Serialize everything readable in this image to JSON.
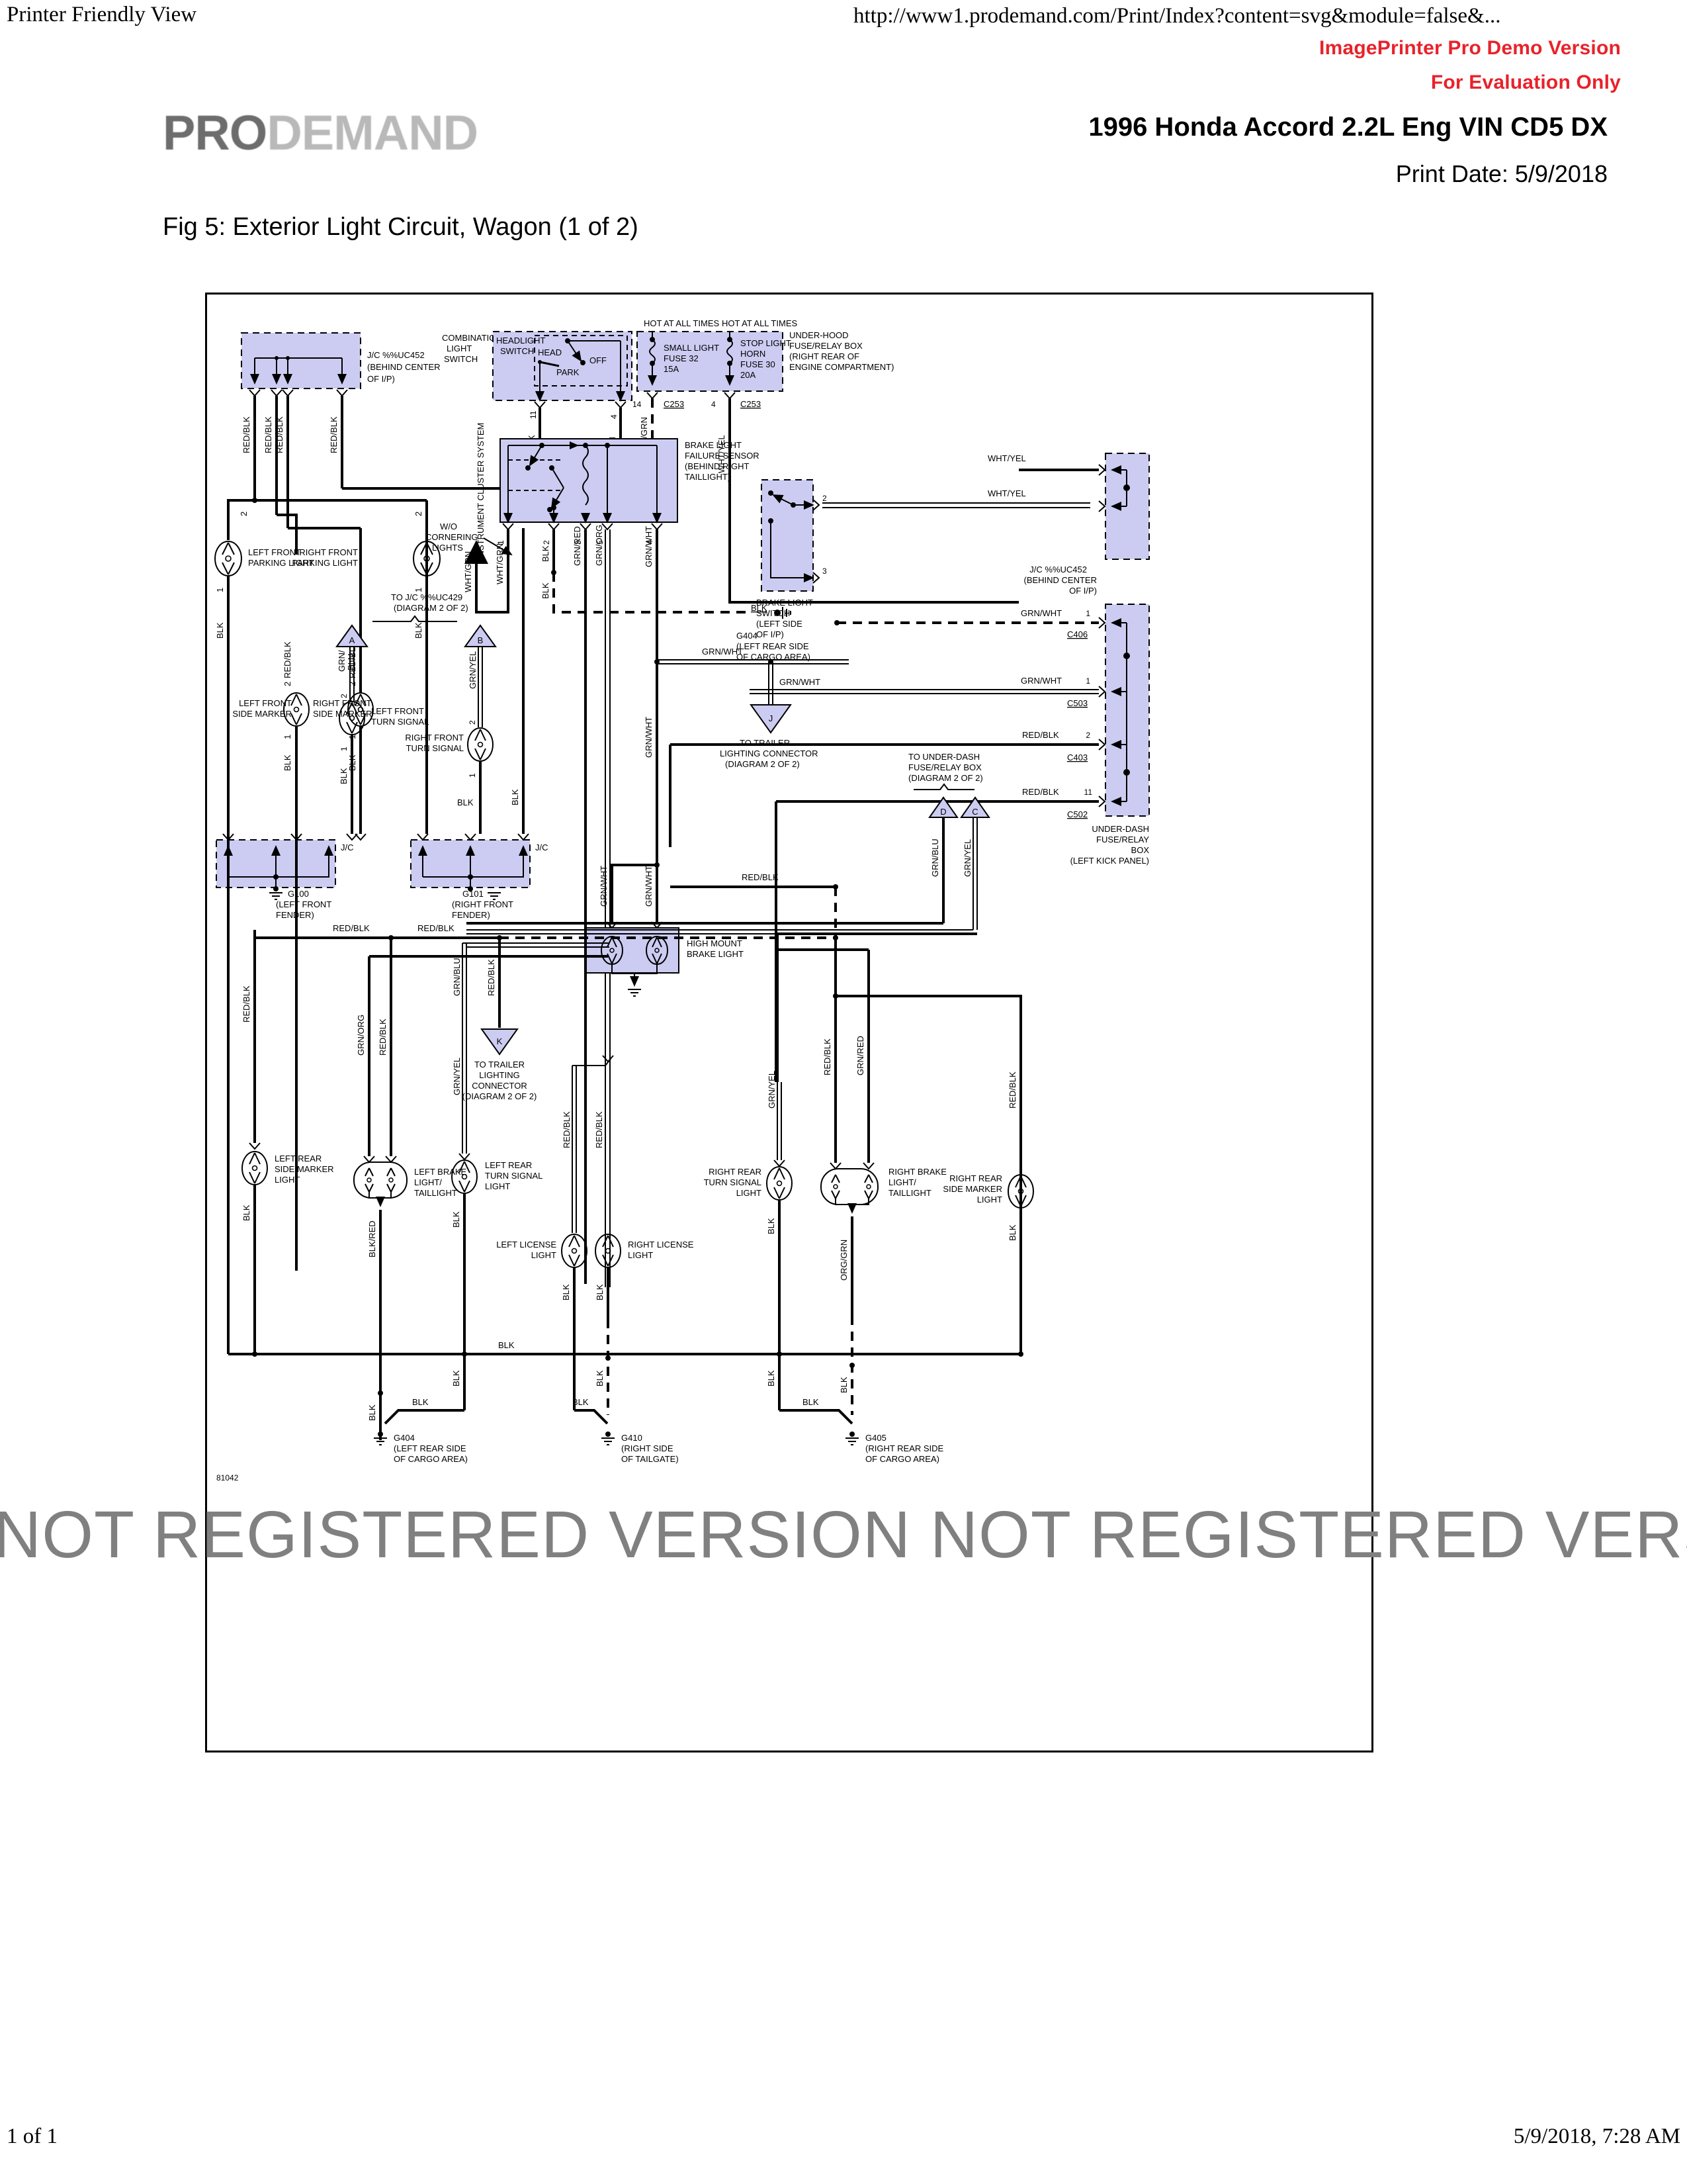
{
  "browser": {
    "page_title": "Printer Friendly View",
    "url": "http://www1.prodemand.com/Print/Index?content=svg&module=false&...",
    "footer_page": "1 of 1",
    "footer_timestamp": "5/9/2018, 7:28 AM"
  },
  "watermark": {
    "demo_line1": "ImagePrinter Pro Demo Version",
    "demo_line2": "For Evaluation Only",
    "not_registered": "NOT REGISTERED VERSION NOT REGISTERED VERSION NOT REGISTERED VERSION",
    "demo_color": "#e8222a",
    "not_registered_color": "#808080"
  },
  "brand": {
    "logo_pro": "PRO",
    "logo_demand": "DEMAND",
    "pro_color": "#6d6d6d",
    "demand_color": "#b9b9b9"
  },
  "document": {
    "vehicle": "1996 Honda Accord 2.2L Eng VIN CD5 DX",
    "print_date": "Print Date: 5/9/2018",
    "figure_title": "Fig 5: Exterior Light Circuit, Wagon (1 of 2)",
    "diagram_id": "81042"
  },
  "diagram": {
    "box_fill": "#ccccf2",
    "components": {
      "jc_uc452_top": {
        "label1": "J/C %%UC452",
        "label2": "(BEHIND CENTER",
        "label3": "OF I/P)"
      },
      "combination_light_switch": {
        "l1": "COMBINATION",
        "l2": "LIGHT",
        "l3": "SWITCH"
      },
      "headlight_switch": {
        "l1": "HEADLIGHT",
        "l2": "SWITCH",
        "head": "HEAD",
        "off": "OFF",
        "park": "PARK"
      },
      "fuse_small_light": {
        "hot": "HOT AT ALL TIMES",
        "l1": "SMALL LIGHT",
        "l2": "FUSE 32",
        "l3": "15A"
      },
      "fuse_stop_light": {
        "hot": "HOT AT ALL TIMES",
        "l1": "STOP LIGHT",
        "l2": "HORN",
        "l3": "FUSE 30",
        "l4": "20A"
      },
      "under_hood_box": {
        "l1": "UNDER-HOOD",
        "l2": "FUSE/RELAY BOX",
        "l3": "(RIGHT REAR OF",
        "l4": "ENGINE COMPARTMENT)"
      },
      "instrument_cluster": {
        "label": "INSTRUMENT CLUSTER SYSTEM"
      },
      "brake_light_failure_sensor": {
        "l1": "BRAKE LIGHT",
        "l2": "FAILURE SENSOR",
        "l3": "(BEHIND RIGHT",
        "l4": "TAILLIGHT)"
      },
      "brake_light_switch": {
        "l1": "BRAKE LIGHT",
        "l2": "SWITCH",
        "l3": "(LEFT SIDE",
        "l4": "OF I/P)"
      },
      "jc_uc452_right": {
        "l1": "J/C %%UC452",
        "l2": "(BEHIND CENTER",
        "l3": "OF I/P)"
      },
      "under_dash_box": {
        "l1": "UNDER-DASH",
        "l2": "FUSE/RELAY",
        "l3": "BOX",
        "l4": "(LEFT KICK PANEL)"
      },
      "left_front_parking_light": "LEFT FRONT\nPARKING LIGHT",
      "right_front_parking_light": "RIGHT FRONT\nPARKING LIGHT",
      "wo_cornering_lights": {
        "l1": "W/O",
        "l2": "CORNERING",
        "l3": "LIGHTS"
      },
      "left_front_side_marker": "LEFT FRONT\nSIDE MARKER",
      "right_front_side_marker": "RIGHT FRONT\nSIDE MARKER",
      "left_front_turn_signal": "LEFT FRONT\nTURN SIGNAL",
      "right_front_turn_signal": "RIGHT FRONT\nTURN SIGNAL",
      "to_jc_uc429": {
        "l1": "TO J/C %%UC429",
        "l2": "(DIAGRAM 2 OF 2)"
      },
      "to_trailer_mid": {
        "l1": "TO TRAILER",
        "l2": "LIGHTING CONNECTOR",
        "l3": "(DIAGRAM 2 OF 2)"
      },
      "to_trailer_left": {
        "l1": "TO TRAILER",
        "l2": "LIGHTING",
        "l3": "CONNECTOR",
        "l4": "(DIAGRAM 2 OF 2)"
      },
      "to_under_dash": {
        "l1": "TO UNDER-DASH",
        "l2": "FUSE/RELAY BOX",
        "l3": "(DIAGRAM 2 OF 2)"
      },
      "high_mount_brake_light": "HIGH MOUNT\nBRAKE LIGHT",
      "left_rear_side_marker": "LEFT REAR\nSIDE MARKER\nLIGHT",
      "right_rear_side_marker": "RIGHT REAR\nSIDE MARKER\nLIGHT",
      "left_brake_taillight": "LEFT BRAKE\nLIGHT/\nTAILLIGHT",
      "right_brake_taillight": "RIGHT BRAKE\nLIGHT/\nTAILLIGHT",
      "left_rear_turn_signal": "LEFT REAR\nTURN SIGNAL\nLIGHT",
      "right_rear_turn_signal": "RIGHT REAR\nTURN SIGNAL\nLIGHT",
      "left_license_light": "LEFT LICENSE\nLIGHT",
      "right_license_light": "RIGHT LICENSE\nLIGHT",
      "g100": {
        "id": "G100",
        "loc1": "(LEFT FRONT",
        "loc2": "FENDER)"
      },
      "g101": {
        "id": "G101",
        "loc1": "(RIGHT FRONT",
        "loc2": "FENDER)"
      },
      "g404_mid": {
        "id": "G404",
        "loc1": "(LEFT REAR SIDE",
        "loc2": "OF CARGO AREA)"
      },
      "g404_bottom": {
        "id": "G404",
        "loc1": "(LEFT REAR SIDE",
        "loc2": "OF CARGO AREA)"
      },
      "g410": {
        "id": "G410",
        "loc1": "(RIGHT SIDE",
        "loc2": "OF TAILGATE)"
      },
      "g405": {
        "id": "G405",
        "loc1": "(RIGHT REAR SIDE",
        "loc2": "OF CARGO AREA)"
      },
      "jc_left": "J/C",
      "jc_right": "J/C"
    },
    "connectors": [
      "C253",
      "C253",
      "C406",
      "C503",
      "C403",
      "C502"
    ],
    "triangle_refs": [
      "A",
      "B",
      "C",
      "D",
      "J",
      "K"
    ],
    "wire_colors": [
      "RED/BLK",
      "RED/GRN",
      "WHT/YEL",
      "WHT/GRN",
      "GRN/RED",
      "GRN/ORG",
      "GRN/WHT",
      "GRN/BLU",
      "GRN/YEL",
      "BLK",
      "BLK/RED",
      "ORG/GRN",
      "GRN/BLU",
      "GRN/YEL"
    ],
    "pin_numbers": [
      "1",
      "2",
      "3",
      "4",
      "5",
      "11",
      "14"
    ]
  }
}
